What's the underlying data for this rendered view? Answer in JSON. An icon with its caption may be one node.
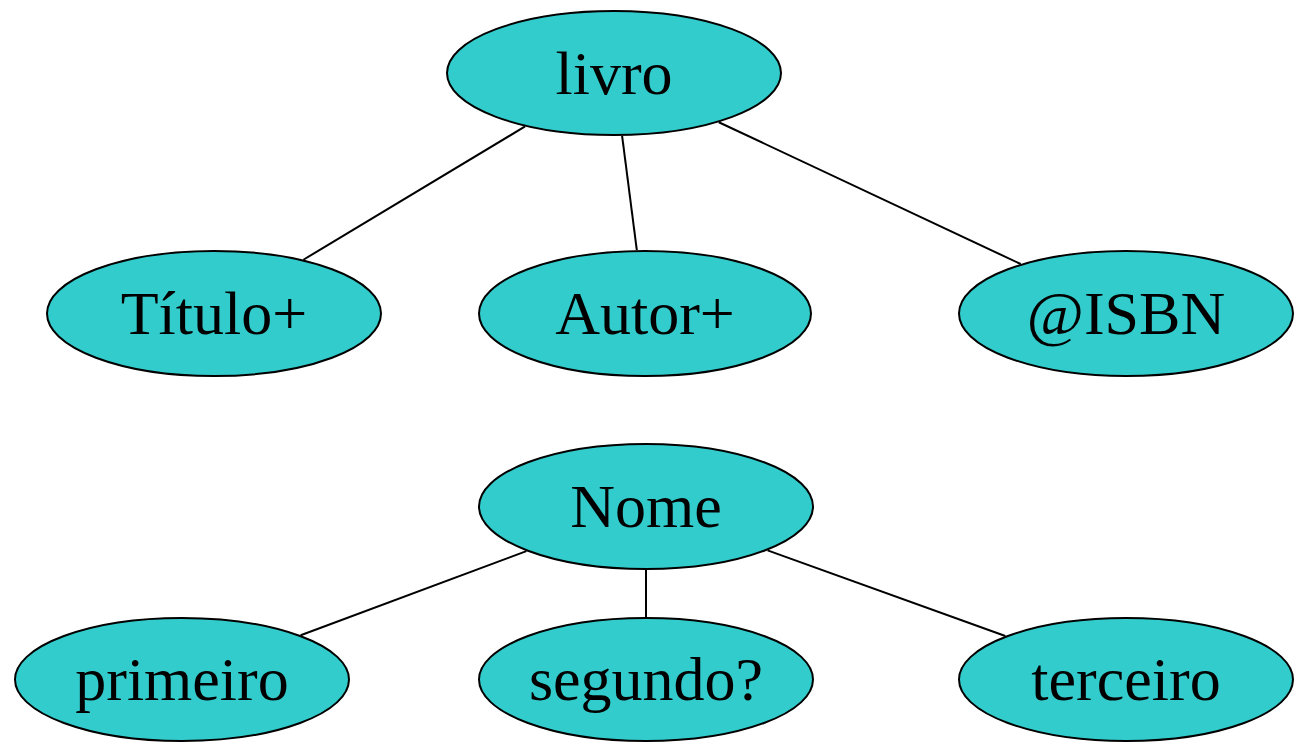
{
  "diagram": {
    "nodes": [
      {
        "text": [
          "livro"
        ]
      },
      {
        "text": [
          "Título+"
        ]
      },
      {
        "text": [
          "Autor+"
        ]
      },
      {
        "text": [
          "@ISBN"
        ]
      },
      {
        "text": [
          "Nome"
        ]
      },
      {
        "text": [
          "primeiro"
        ]
      },
      {
        "text": [
          "segundo?"
        ]
      },
      {
        "text": [
          "terceiro"
        ]
      }
    ],
    "edges": [
      {
        "from": 0,
        "to": 1,
        "arrow": "none"
      },
      {
        "from": 0,
        "to": 2,
        "arrow": "none"
      },
      {
        "from": 0,
        "to": 3,
        "arrow": "none"
      },
      {
        "from": 4,
        "to": 5,
        "arrow": "none"
      },
      {
        "from": 4,
        "to": 6,
        "arrow": "none"
      },
      {
        "from": 4,
        "to": 7,
        "arrow": "none"
      }
    ]
  }
}
